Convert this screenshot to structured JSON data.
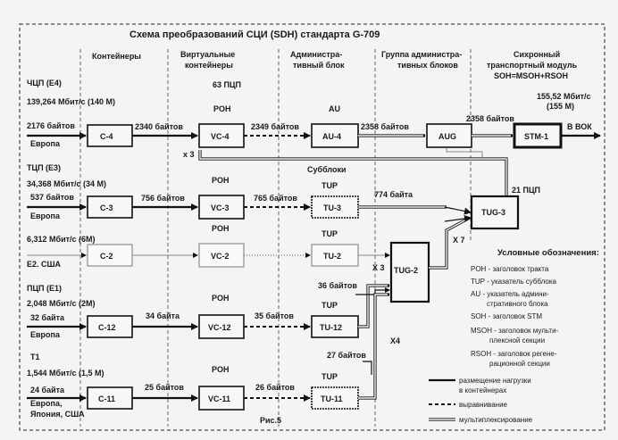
{
  "title": "Схема преобразований СЦИ (SDH) стандарта G-709",
  "columns": {
    "containers": "Контейнеры",
    "virtual_1": "Виртуальные",
    "virtual_2": "контейнеры",
    "admin_1": "Администра-",
    "admin_2": "тивный блок",
    "group_1": "Группа администра-",
    "group_2": "тивных блоков",
    "sync_1": "Сихронный",
    "sync_2": "транспортный модуль",
    "sync_3": "SOH=MSOH+RSOH"
  },
  "rows": {
    "e4": {
      "name": "ЧЦП (Е4)",
      "rate": "139,264 Мбит/с (140 М)",
      "bytes": "2176 байтов",
      "region": "Европа",
      "container": "C-4",
      "c_bytes": "2340 байтов",
      "vc": "VC-4",
      "vc_bytes": "2349 байтов",
      "au": "AU-4",
      "au_label": "AU",
      "au_bytes": "2358 байтов",
      "aug": "AUG",
      "aug_bytes": "2358 байтов",
      "stm": "STM-1",
      "stm_rate": "155,52 Мбит/с",
      "stm_rate2": "(155 М)",
      "out": "В ВОК",
      "poh": "POH",
      "pcp": "63 ПЦП",
      "x3": "x 3"
    },
    "e3": {
      "name": "ТЦП (Е3)",
      "rate": "34,368 Мбит/с (34 М)",
      "bytes": "537 байтов",
      "region": "Европа",
      "container": "C-3",
      "c_bytes": "756 байтов",
      "vc": "VC-3",
      "vc_bytes": "765 байтов",
      "tu": "TU-3",
      "tu_label": "TUP",
      "tu_bytes": "774 байта",
      "tug": "TUG-3",
      "pcp": "21 ПЦП",
      "x7": "X 7",
      "poh": "POH"
    },
    "e2": {
      "rate": "6,312 Мбит/с (6М)",
      "region": "Е2.  США",
      "container": "C-2",
      "vc": "VC-2",
      "tu": "TU-2",
      "tu_label": "TUP",
      "tug": "TUG-2",
      "x3": "X 3",
      "poh": "POH"
    },
    "e1": {
      "name": "ПЦП (Е1)",
      "rate": "2,048 Мбит/с (2М)",
      "bytes": "32 байта",
      "region": "Европа",
      "container": "C-12",
      "c_bytes": "34 байта",
      "vc": "VC-12",
      "vc_bytes": "35 байтов",
      "tu": "TU-12",
      "tu_label": "TUP",
      "tu_bytes": "36 байтов",
      "x4": "X4",
      "poh": "POH"
    },
    "t1": {
      "name": "Т1",
      "rate": "1,544 Мбит/с (1,5 М)",
      "bytes": "24 байта",
      "region1": "Европа,",
      "region2": "Япония, США",
      "container": "C-11",
      "c_bytes": "25 байтов",
      "vc": "VC-11",
      "vc_bytes": "26 байтов",
      "tu": "TU-11",
      "tu_label": "TUP",
      "tu_bytes": "27 байтов",
      "poh": "POH"
    }
  },
  "subblocks": "Субблоки",
  "legend": {
    "title": "Условные обозначения:",
    "items": [
      "POH - заголовок тракта",
      "TUP - указатель субблока",
      "AU - указатель админи-",
      "стративного блока",
      "SOH - заголовок STM",
      "MSOH - заголовок мульти-",
      "плексной секции",
      "RSOH - заголовок регене-",
      "рационной секции"
    ],
    "line_solid_1": "размещение нагрузки",
    "line_solid_2": "в контейнерах",
    "line_dash": "выравнивание",
    "line_mux": "мультиплексирование"
  },
  "caption": "Рис.5"
}
